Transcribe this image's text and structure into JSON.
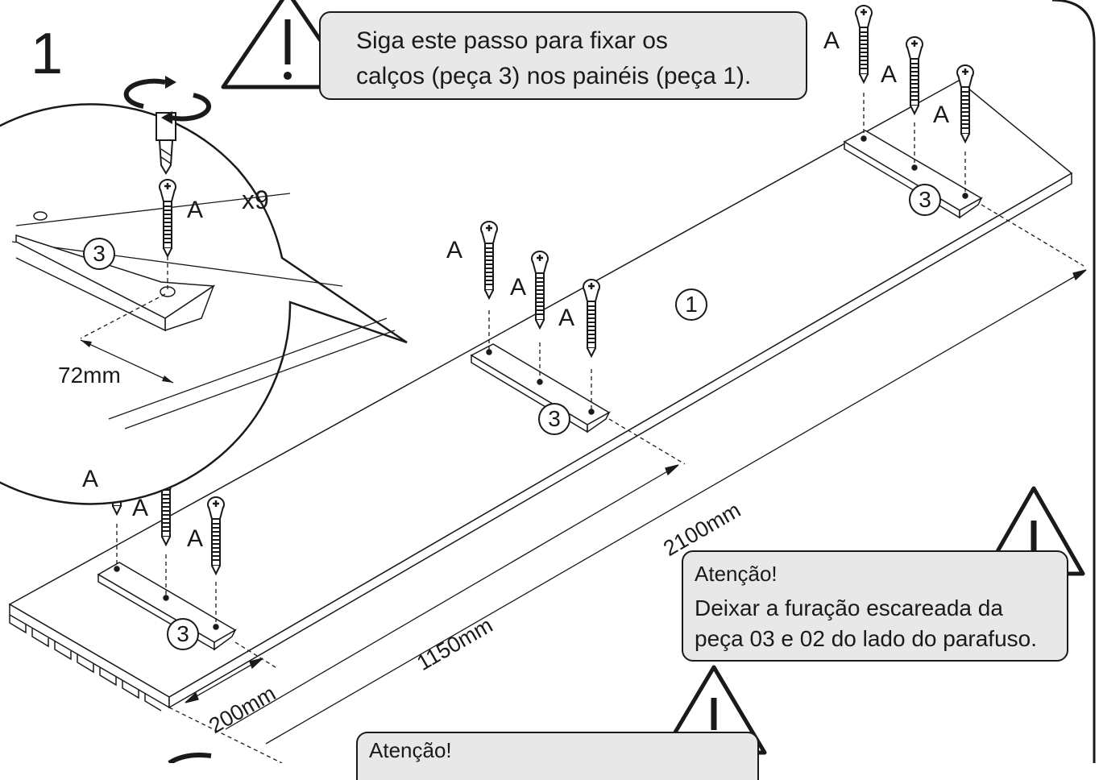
{
  "step": {
    "number": "1",
    "quantity": "x9"
  },
  "notice_top": {
    "text_line1": "Siga este passo para fixar os",
    "text_line2": "calços (peça 3) nos painéis (peça 1)."
  },
  "notice_right": {
    "title": "Atenção!",
    "line1": "Deixar a furação escareada da",
    "line2": "peça 03 e 02 do lado do parafuso."
  },
  "notice_bottom": {
    "title": "Atenção!"
  },
  "part_labels": {
    "screw": "A",
    "spacer": "3",
    "panel": "1"
  },
  "dimensions": {
    "detail": "72mm",
    "short": "200mm",
    "mid": "1150mm",
    "long": "2100mm"
  },
  "icons": [
    "warning-triangle-icon",
    "screwdriver-icon",
    "rotate-arrows-icon",
    "screw-icon"
  ]
}
